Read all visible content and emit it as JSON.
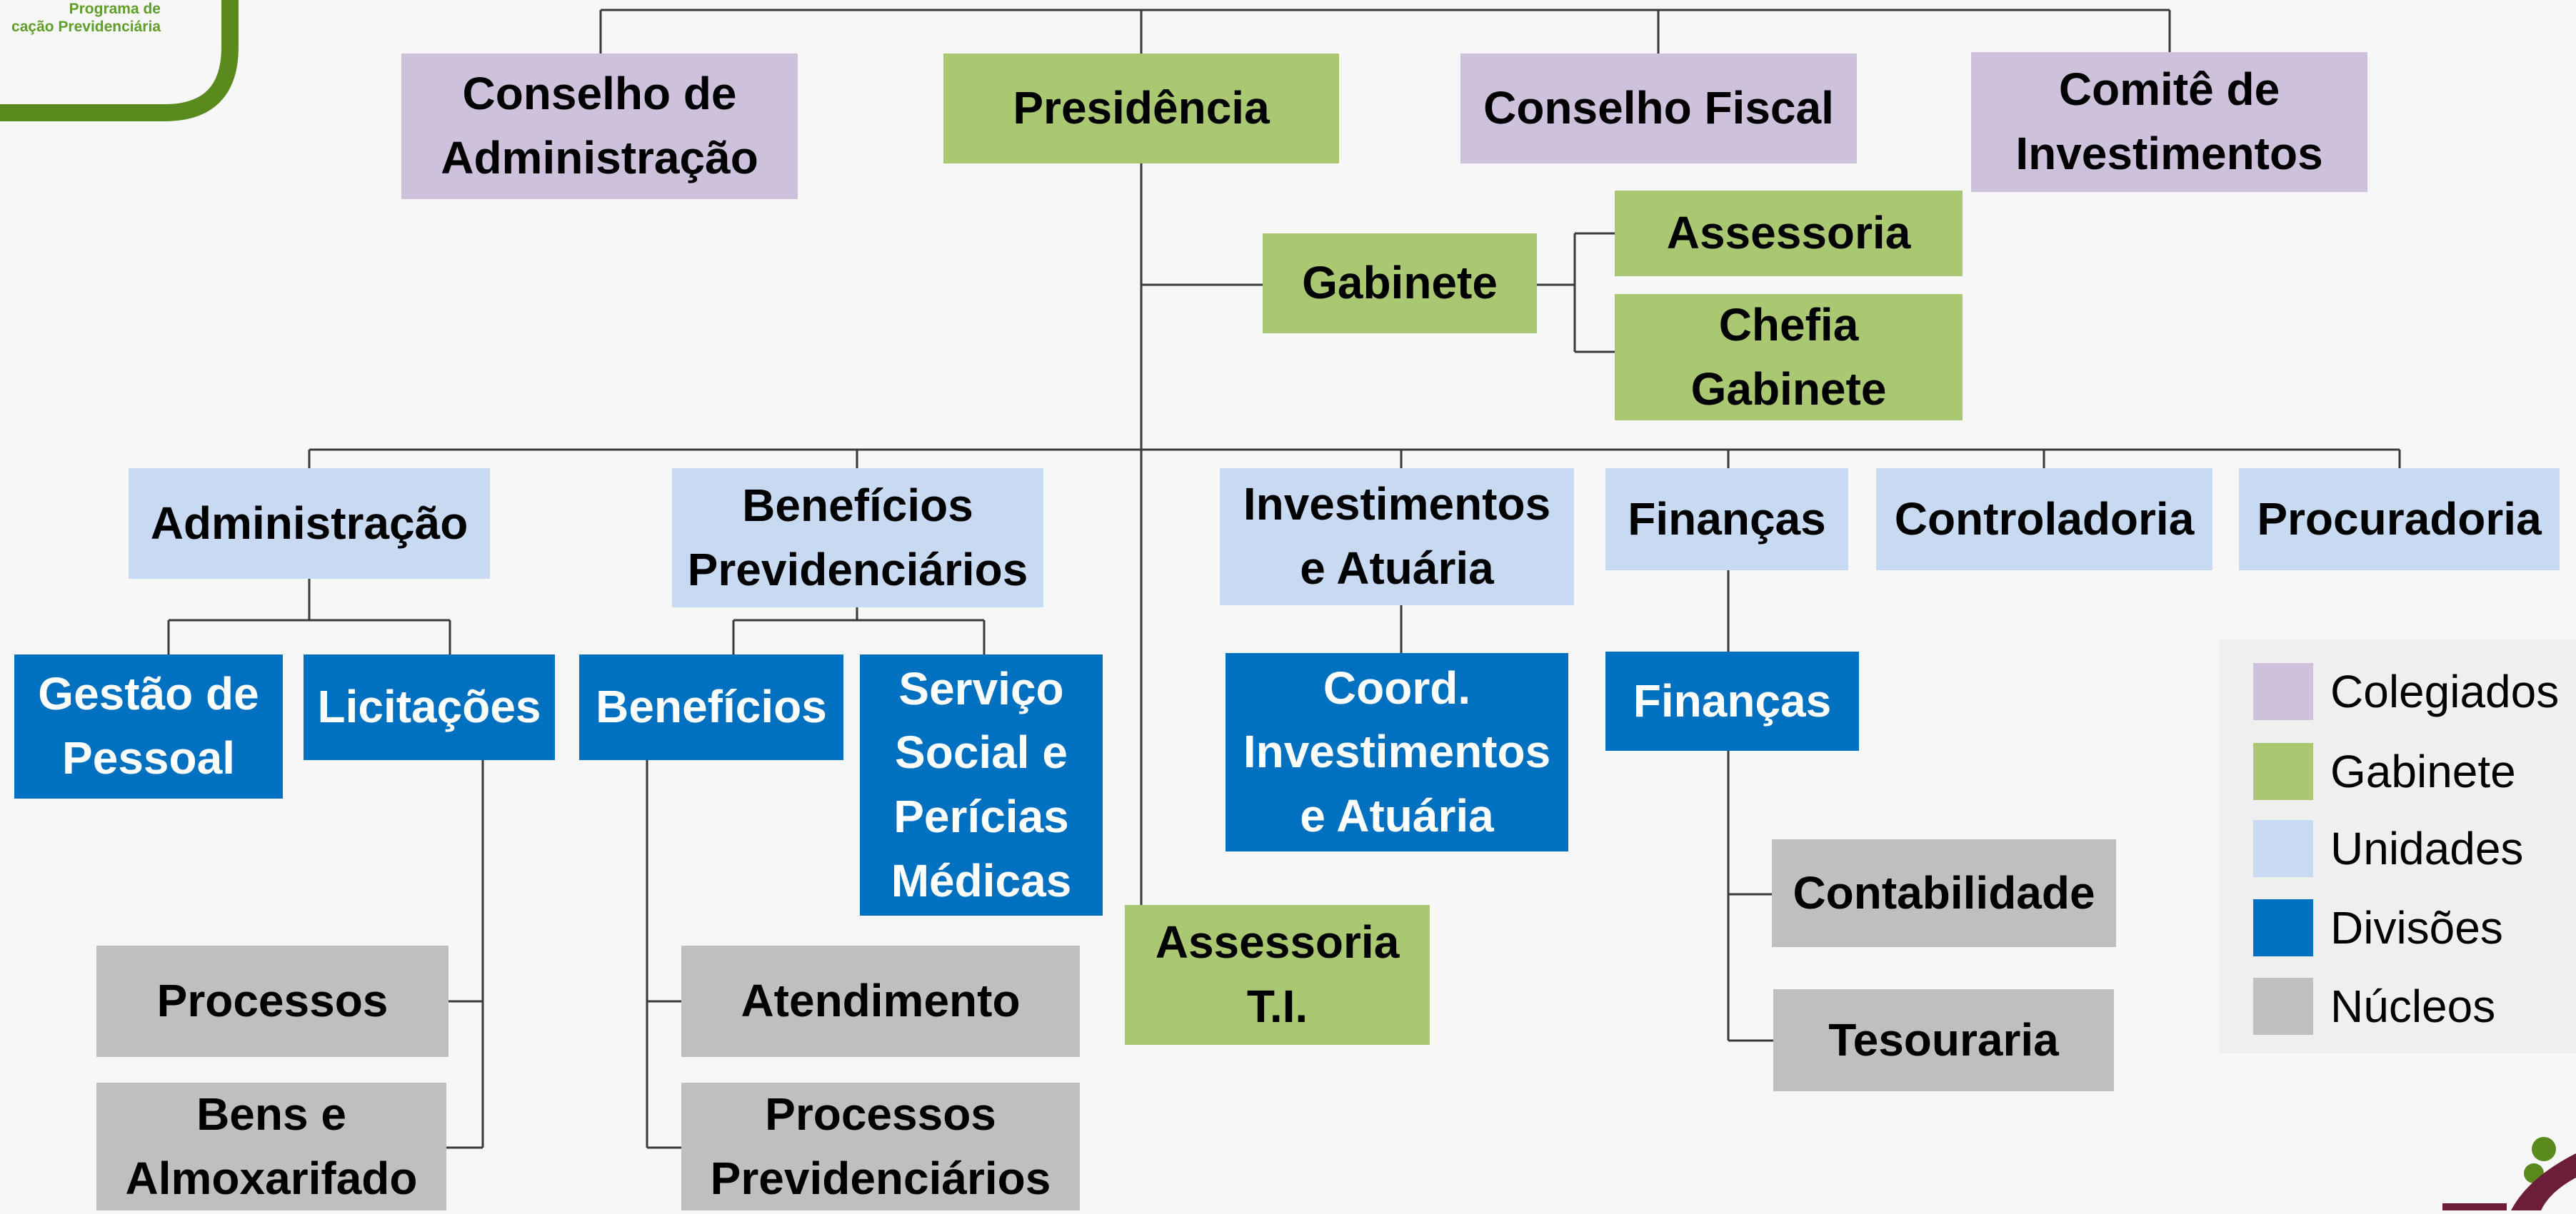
{
  "header_logo": {
    "line1": "Programa de",
    "line2": "cação Previdenciária"
  },
  "colors": {
    "colegiados": "#cdc1dc",
    "gabinete": "#aac872",
    "unidades": "#c8daf1",
    "divisoes": "#0070c0",
    "nucleos": "#bfbfbf",
    "connector": "#3a3a3a",
    "logo_green": "#5a8a1e",
    "logo_maroon": "#6b1d3a"
  },
  "boxes": {
    "conselho_administracao": "Conselho de Administração",
    "presidencia": "Presidência",
    "conselho_fiscal": "Conselho Fiscal",
    "comite_investimentos": "Comitê de Investimentos",
    "gabinete": "Gabinete",
    "assessoria": "Assessoria",
    "chefia_gabinete": "Chefia Gabinete",
    "administracao": "Administração",
    "beneficios_previdenciarios": "Benefícios Previdenciários",
    "investimentos_atuaria": "Investimentos e Atuária",
    "financas_unidade": "Finanças",
    "controladoria": "Controladoria",
    "procuradoria": "Procuradoria",
    "gestao_pessoal": "Gestão de Pessoal",
    "licitacoes": "Licitações",
    "beneficios": "Benefícios",
    "servico_social": "Serviço Social e Perícias Médicas",
    "coord_investimentos": "Coord. Investimentos e Atuária",
    "financas_divisao": "Finanças",
    "processos": "Processos",
    "bens_almoxarifado": "Bens e Almoxarifado",
    "atendimento": "Atendimento",
    "processos_previdenciarios": "Processos Previdenciários",
    "assessoria_ti": "Assessoria T.I.",
    "contabilidade": "Contabilidade",
    "tesouraria": "Tesouraria"
  },
  "legend": {
    "items": [
      {
        "label": "Colegiados",
        "color": "#cdc1dc"
      },
      {
        "label": "Gabinete",
        "color": "#aac872"
      },
      {
        "label": "Unidades",
        "color": "#c8daf1"
      },
      {
        "label": "Divisões",
        "color": "#0070c0"
      },
      {
        "label": "Núcleos",
        "color": "#bfbfbf"
      }
    ]
  },
  "icons": {
    "top_left": "program-logo-icon",
    "bottom_right": "ipreq-logo-icon"
  }
}
